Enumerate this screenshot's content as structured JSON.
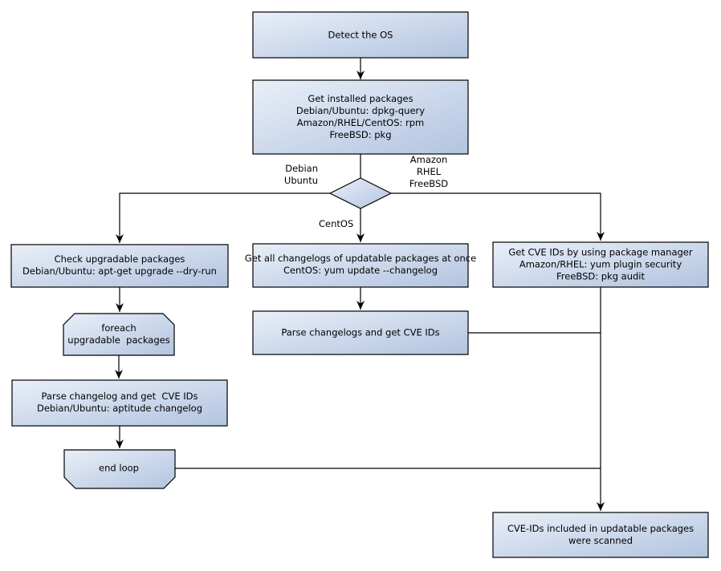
{
  "diagram": {
    "title": "OS package vulnerability scan flowchart",
    "colors": {
      "background": "#ffffff",
      "node_fill_light": "#e9eff8",
      "node_fill_dark": "#b2c4e0",
      "node_border": "#000000",
      "connector": "#000000",
      "text": "#000000"
    },
    "nodes": {
      "detect_os": "Detect the OS",
      "get_installed_packages": "Get installed packages\nDebian/Ubuntu: dpkg-query\nAmazon/RHEL/CentOS: rpm\nFreeBSD: pkg",
      "check_upgradable_packages": "Check upgradable packages\nDebian/Ubuntu: apt-get upgrade --dry-run",
      "foreach_loop": "foreach\nupgradable  packages",
      "parse_changelog_debian": "Parse changelog and get  CVE IDs\nDebian/Ubuntu: aptitude changelog",
      "end_loop": "end loop",
      "get_changelogs_centos": "Get all changelogs of updatable packages at once\nCentOS: yum update --changelog",
      "parse_changelogs_centos": "Parse changelogs and get CVE IDs",
      "get_cve_ids_package_manager": "Get CVE IDs by using package manager\nAmazon/RHEL: yum plugin security\nFreeBSD: pkg audit",
      "cve_ids_scanned": "CVE-IDs included in updatable packages\nwere scanned"
    },
    "edge_labels": {
      "debian_ubuntu": "Debian\nUbuntu",
      "amazon_rhel_freebsd": "Amazon\nRHEL\nFreeBSD",
      "centos": "CentOS"
    }
  }
}
